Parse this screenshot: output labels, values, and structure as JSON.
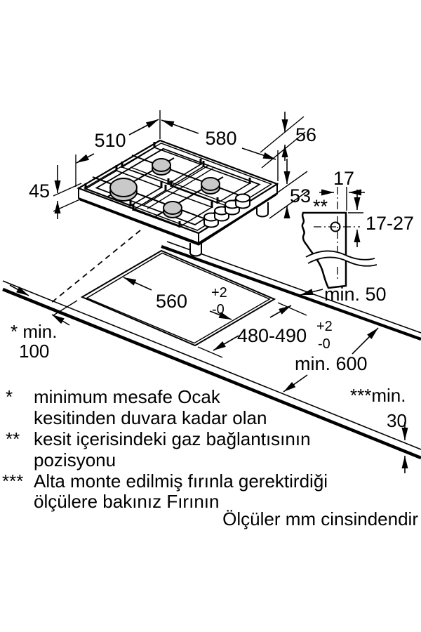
{
  "colors": {
    "line": "#000000",
    "background": "#ffffff",
    "burner_fill": "#c9c9c9"
  },
  "hob": {
    "width_label": "580",
    "depth_label": "510",
    "grate_height_label": "56",
    "body_height_label": "45",
    "install_depth_label": "53"
  },
  "cutout": {
    "width": "560",
    "width_tol_plus": "+2",
    "width_tol_minus": "-0",
    "depth": "480-490",
    "depth_tol_plus": "+2",
    "depth_tol_minus": "-0"
  },
  "clearances": {
    "rear": "min. 50",
    "worktop_depth": "min. 600",
    "side_prefix": "* min.",
    "side_value": "100",
    "below_prefix": "***min.",
    "below_value": "30"
  },
  "gas_detail": {
    "marker": "**",
    "center_offset": "17",
    "depth_range": "17-27"
  },
  "footnotes": {
    "items": [
      {
        "marker": "*",
        "line1": "minimum mesafe Ocak",
        "line2": "kesitinden duvara kadar olan"
      },
      {
        "marker": "**",
        "line1": "kesit içerisindeki gaz bağlantısının",
        "line2": "pozisyonu"
      },
      {
        "marker": "***",
        "line1": "Alta monte edilmiş fırınla gerektirdiği",
        "line2": "ölçülere bakınız Fırının"
      }
    ],
    "units_note": "Ölçüler mm cinsindendir"
  }
}
